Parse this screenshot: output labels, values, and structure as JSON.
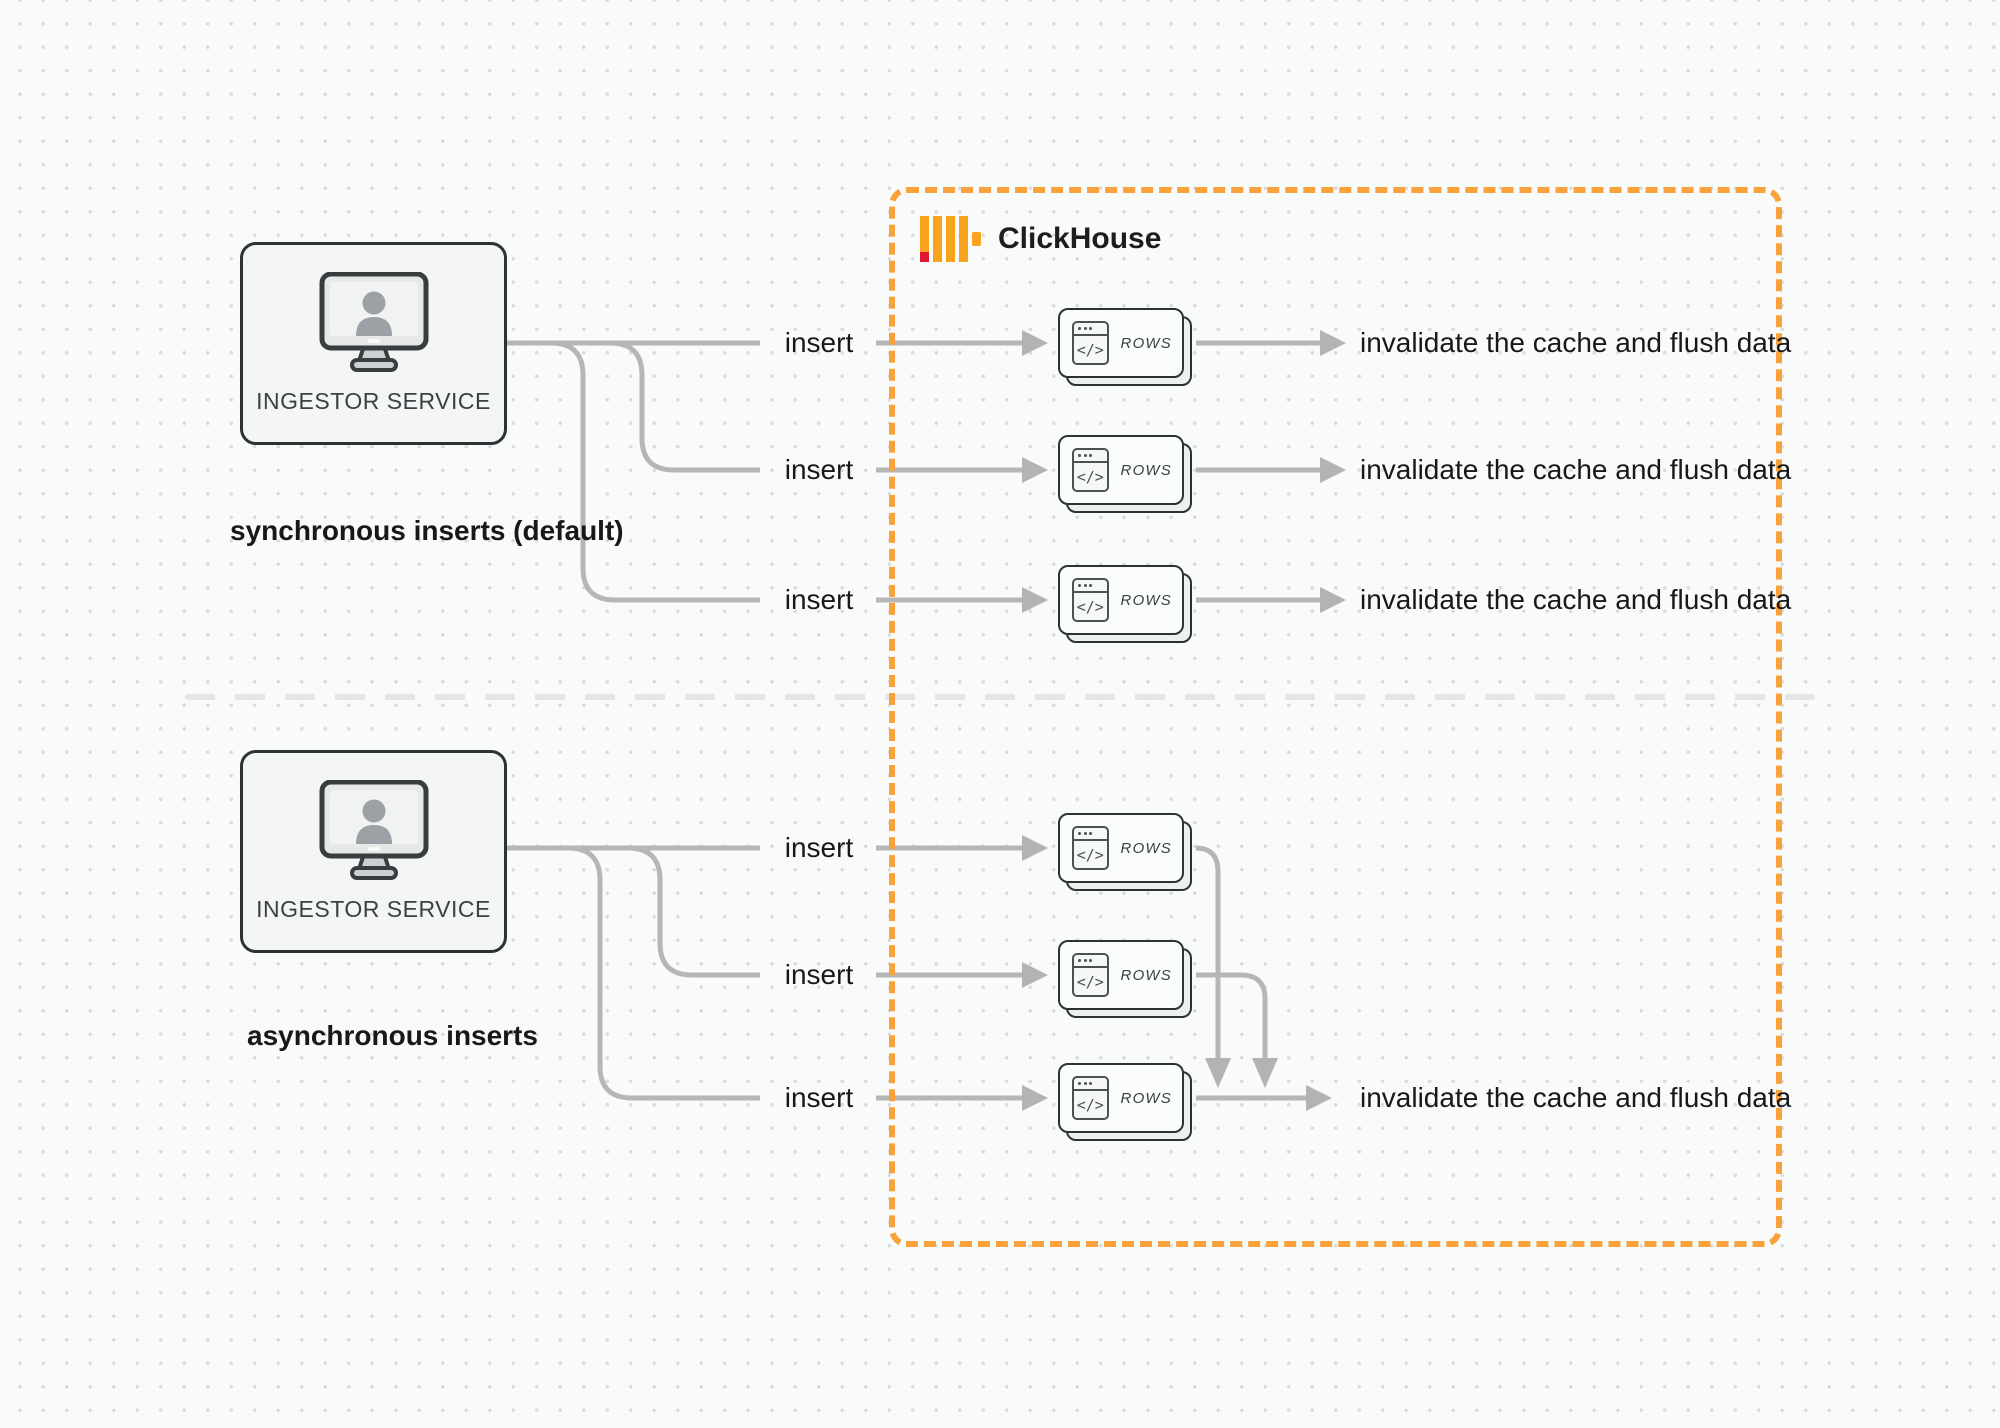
{
  "sections": {
    "sync": {
      "service_label": "INGESTOR SERVICE",
      "caption": "synchronous inserts (default)",
      "inserts": [
        "insert",
        "insert",
        "insert"
      ],
      "results": [
        "invalidate the cache and flush data",
        "invalidate the cache and flush data",
        "invalidate the cache and flush data"
      ]
    },
    "async": {
      "service_label": "INGESTOR SERVICE",
      "caption": "asynchronous inserts",
      "inserts": [
        "insert",
        "insert",
        "insert"
      ],
      "results": [
        "invalidate the cache and flush data"
      ]
    }
  },
  "clickhouse": {
    "brand": "ClickHouse",
    "card_label": "ROWS",
    "card_glyph": "</>"
  },
  "icons": {
    "service_icon": "monitor-user-icon",
    "card_icon": "code-window-icon",
    "brand_icon": "clickhouse-bars-icon"
  },
  "colors": {
    "accent_orange": "#F9A23B",
    "logo_yellow": "#F9A21B",
    "logo_red": "#E0172F",
    "connector_gray": "#B5B7B7",
    "box_border": "#2D3237",
    "divider_gray": "#E3E5E6"
  }
}
